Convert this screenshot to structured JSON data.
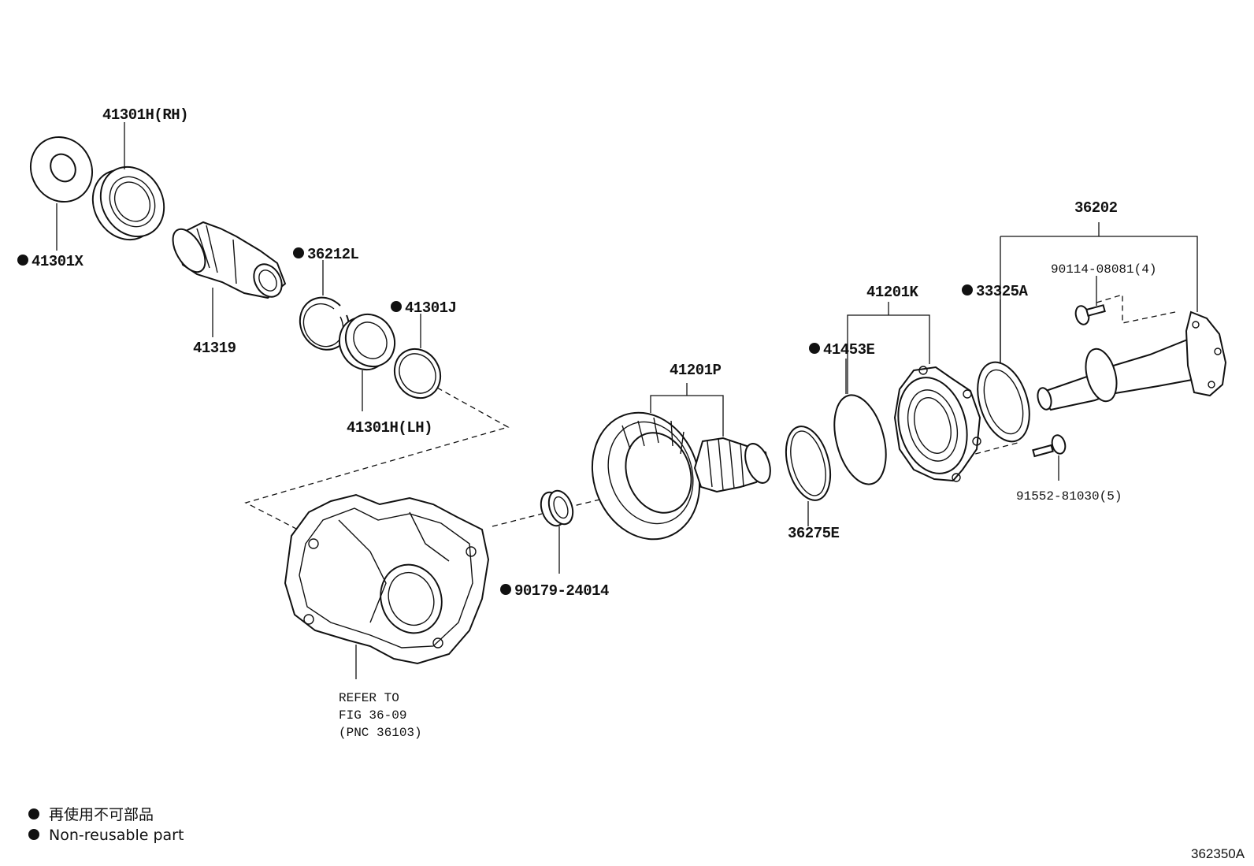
{
  "parts": {
    "p41301X": "41301X",
    "p41301H_RH": "41301H(RH)",
    "p41319": "41319",
    "p36212L": "36212L",
    "p41301J": "41301J",
    "p41301H_LH": "41301H(LH)",
    "p41201P": "41201P",
    "p90179": "90179-24014",
    "p36275E": "36275E",
    "p41453E": "41453E",
    "p41201K": "41201K",
    "p33325A": "33325A",
    "p36202": "36202",
    "p90114": "90114-08081(4)",
    "p91552": "91552-81030(5)"
  },
  "reference": {
    "line1": "REFER TO",
    "line2": "FIG 36-09",
    "line3": "(PNC 36103)"
  },
  "legend": {
    "japanese": "再使用不可部品",
    "english": "Non-reusable part"
  },
  "figure_id": "362350A"
}
